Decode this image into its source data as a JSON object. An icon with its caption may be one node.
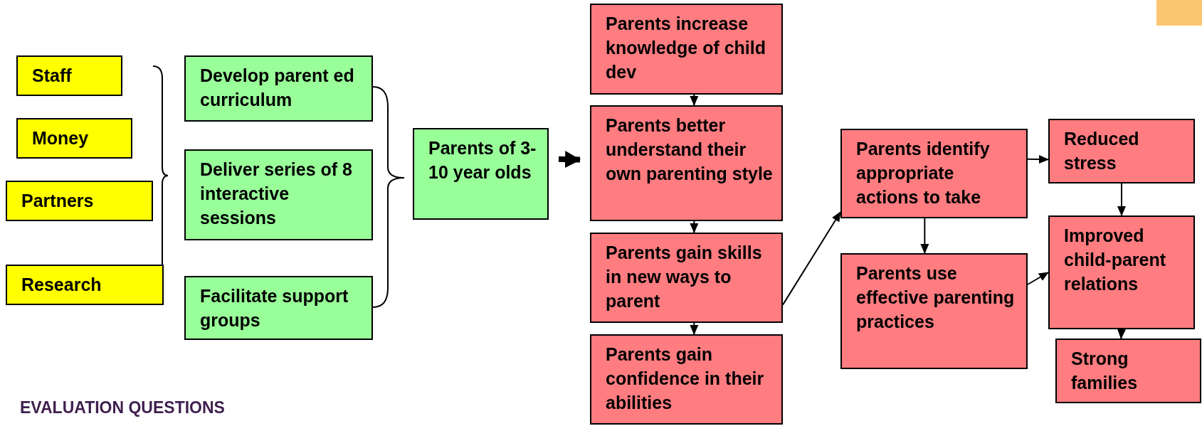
{
  "diagram": {
    "nodes": [
      {
        "text": [
          "Staff"
        ]
      },
      {
        "text": [
          "Money"
        ]
      },
      {
        "text": [
          "Partners"
        ]
      },
      {
        "text": [
          "Research"
        ]
      },
      {
        "text": [
          "Develop parent ed curriculum"
        ]
      },
      {
        "text": [
          "Deliver series of 8 interactive sessions"
        ]
      },
      {
        "text": [
          "Facilitate support groups"
        ]
      },
      {
        "text": [
          "Parents of 3-10 year olds"
        ]
      },
      {
        "text": [
          "Parents increase knowledge of child dev"
        ]
      },
      {
        "text": [
          "Parents better understand their own parenting style"
        ]
      },
      {
        "text": [
          "Parents gain skills in new ways to parent"
        ]
      },
      {
        "text": [
          "Parents gain confidence in their abilities"
        ]
      },
      {
        "text": [
          "Parents identify appropriate actions to take"
        ]
      },
      {
        "text": [
          "Parents use effective parenting practices"
        ]
      },
      {
        "text": [
          "Reduced stress"
        ]
      },
      {
        "text": [
          "Improved child-parent relations"
        ]
      },
      {
        "text": [
          "Strong families"
        ]
      }
    ],
    "edges": [
      {
        "from": 8,
        "to": 9,
        "arrow": "to"
      },
      {
        "from": 9,
        "to": 10,
        "arrow": "to"
      },
      {
        "from": 10,
        "to": 11,
        "arrow": "to"
      },
      {
        "from": 7,
        "to": 9,
        "arrow": "to",
        "style": "thick"
      },
      {
        "from": 10,
        "to": 12,
        "arrow": "to"
      },
      {
        "from": 12,
        "to": 14,
        "arrow": "to"
      },
      {
        "from": 12,
        "to": 13,
        "arrow": "to"
      },
      {
        "from": 14,
        "to": 15,
        "arrow": "to"
      },
      {
        "from": 13,
        "to": 15,
        "arrow": "to"
      },
      {
        "from": 15,
        "to": 16,
        "arrow": "to"
      }
    ],
    "labels": [
      "EVALUATION QUESTIONS"
    ]
  }
}
